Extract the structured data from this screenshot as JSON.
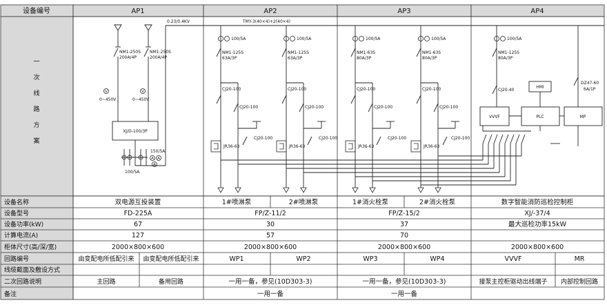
{
  "header": {
    "row_label": "设备编号",
    "panels": [
      "AP1",
      "AP2",
      "AP3",
      "AP4"
    ]
  },
  "scheme_label_chars": [
    "一",
    "次",
    "线",
    "路",
    "方",
    "案"
  ],
  "diagram": {
    "ap1": {
      "bus_label": "0.23/0.4KV",
      "breaker1": "NM1-250S\n200A/4P",
      "breaker2": "NM1-250S\n200A/4P",
      "volt1": "0~450V",
      "volt2": "0~450V",
      "ats": "XJ/D-100/3P",
      "ct": "150/5A",
      "ct2": "100/5A",
      "volt_symbol": "V",
      "amp_symbol": "A"
    },
    "ap2": {
      "bus_label": "TMY-3(40×4)+2(40×4)",
      "ct": "100/5A",
      "breaker": "NM1-125S\n63A/3P",
      "contactor": "CJ20-100",
      "relay": "JR36-63"
    },
    "ap3": {
      "ct": "100/5A",
      "breaker": "NM1-63S\n80A/3P",
      "contactor": "CJ20-100",
      "relay": "JR36-63"
    },
    "ap4": {
      "ct": "100/5A",
      "breaker": "NM1-125S\n80A/3P",
      "contactor": "CJ20-40",
      "hmi": "HMI",
      "vvvf": "VVVF",
      "plc": "PLC",
      "mp": "MP",
      "dz": "DZ47-60\n6A/1P"
    }
  },
  "rows": [
    {
      "label": "设备名称",
      "cells": [
        "双电源互投装置",
        "1#喷淋泵",
        "2#喷淋泵",
        "1#消火栓泵",
        "2#消火栓泵",
        "数字智能消防巡检控制柜"
      ]
    },
    {
      "label": "设备型号",
      "cells": [
        "FD-225A",
        "FP/Z-11/2",
        "FP/Z-15/2",
        "XJ/-37/4"
      ]
    },
    {
      "label": "设备功率(kW)",
      "cells": [
        "67",
        "30",
        "37",
        "最大巡检功率15kW"
      ]
    },
    {
      "label": "计算电流(A)",
      "cells": [
        "127",
        "57",
        "70",
        ""
      ]
    },
    {
      "label": "柜体尺寸(高/深/宽)",
      "cells": [
        "2000×800×600",
        "2000×800×600",
        "2000×800×600",
        "2000×800×600"
      ]
    },
    {
      "label": "回路编号",
      "cells": [
        "由变配电所低配引来",
        "由变配电所低配引来",
        "WP1",
        "WP2",
        "WP3",
        "WP4",
        "VVVF",
        "MR"
      ]
    },
    {
      "label": "线缆截面及敷设方式",
      "cells": []
    },
    {
      "label": "二次回路说明",
      "cells": [
        "主回路",
        "备用回路",
        "一用一备，参见(10D303-3)",
        "一用一备，参见(10D303-3)",
        "接泵主控柜驱动出线端子",
        "内部控制回路"
      ]
    },
    {
      "label": "备注",
      "cells": [
        "",
        "一用一备",
        "一用一备",
        ""
      ]
    }
  ]
}
